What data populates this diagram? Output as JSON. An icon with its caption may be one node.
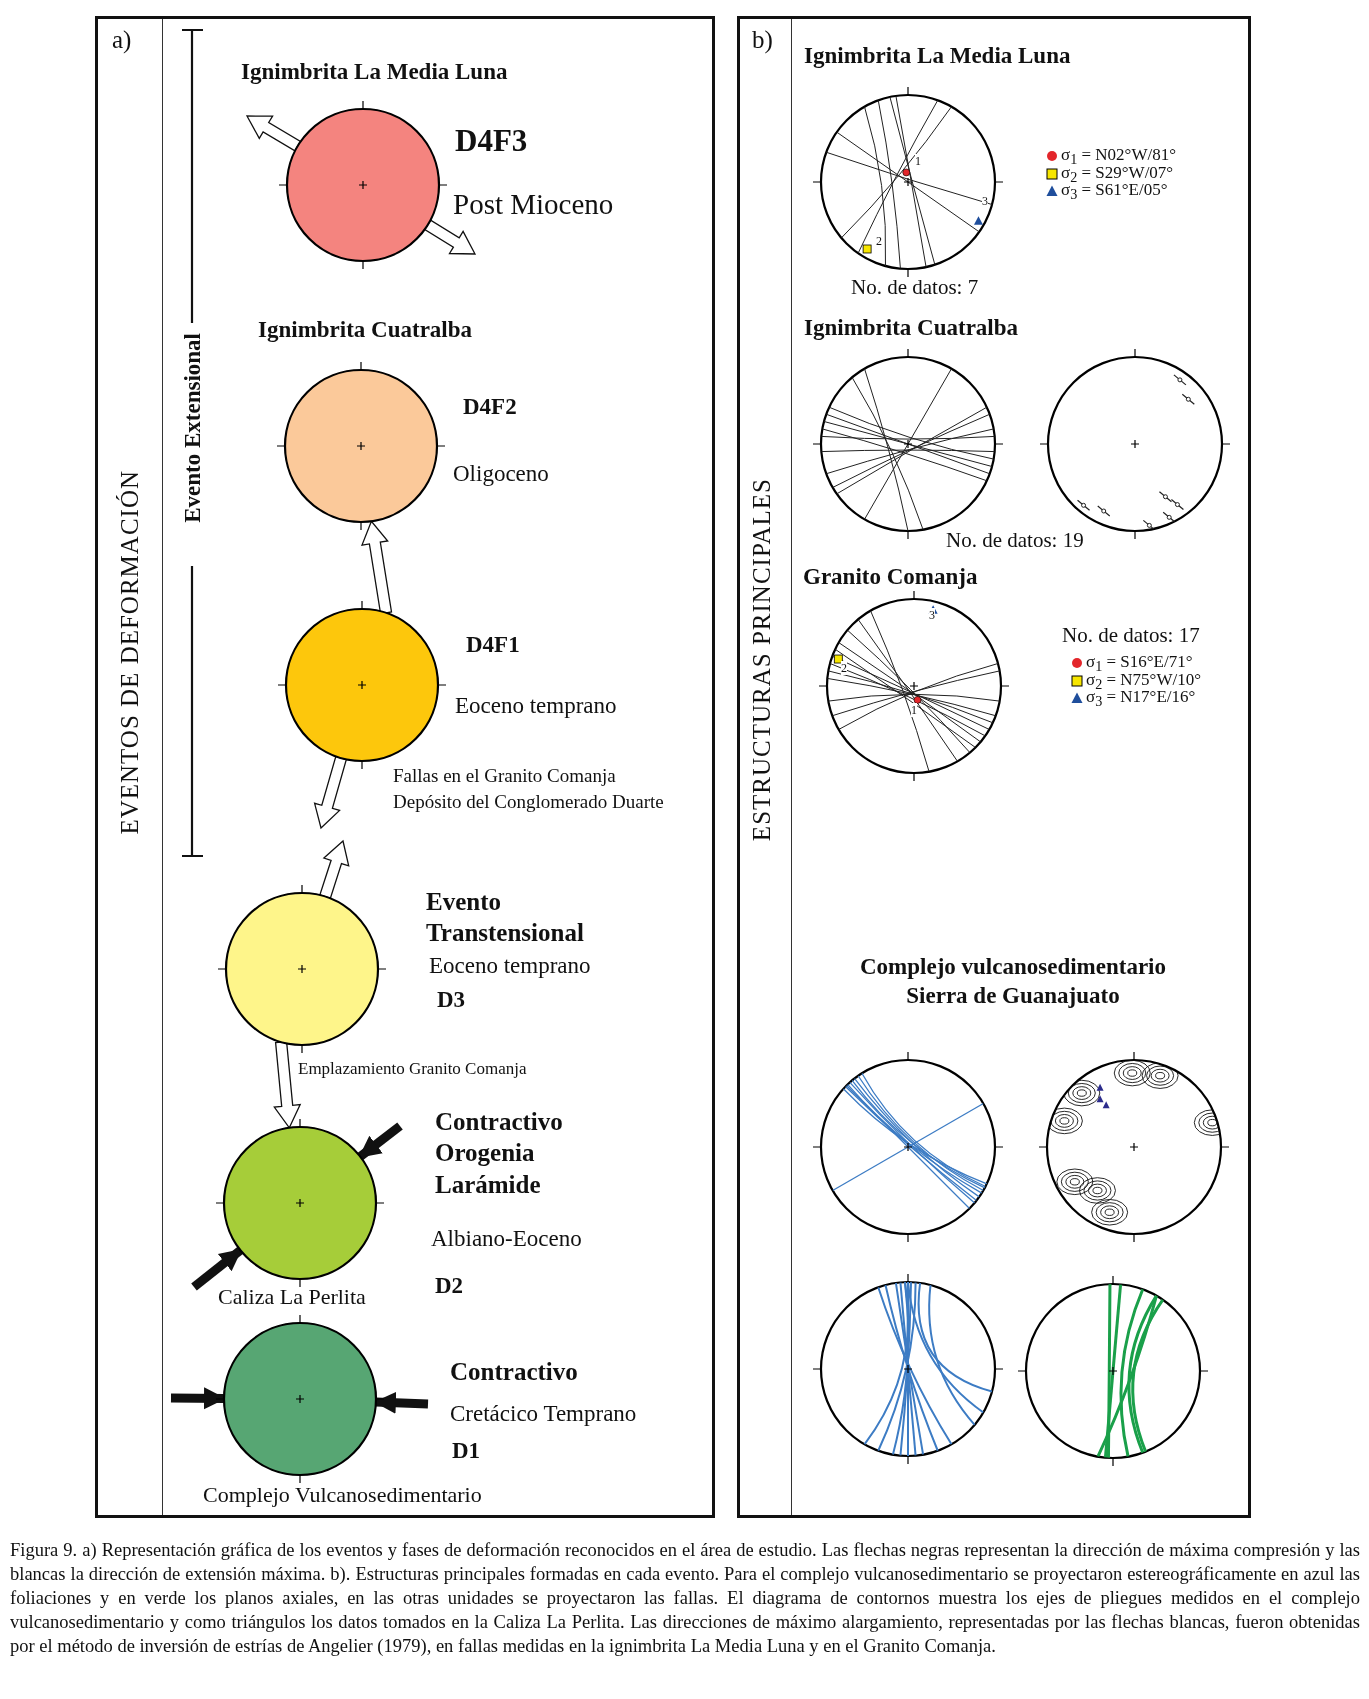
{
  "diagram": {
    "caption": "Figura 9. a) Representación gráfica de los eventos y fases de deformación reconocidos en el área de estudio. Las flechas negras representan la dirección de máxima compresión y las blancas la dirección de extensión máxima. b). Estructuras principales formadas en cada evento. Para el complejo vulcanosedimentario se proyectaron estereográficamente en azul las foliaciones y en verde los planos axiales, en las otras unidades se proyectaron las fallas. El diagrama de contornos muestra los ejes de pliegues medidos en el complejo vulcanosedimentario y como triángulos los datos tomados en la Caliza La Perlita. Las direcciones de máximo alargamiento, representadas por las flechas blancas, fueron obtenidas por el método de inversión de estrías de Angelier (1979), en fallas medidas en la ignimbrita La Media Luna y en el Granito Comanja.",
    "nodes": [
      {
        "text": [
          "a)",
          "EVENTOS DE DEFORMACIÓN"
        ]
      },
      {
        "text": [],
        "shape": "circle",
        "in": 0,
        "beside": [
          "Ignimbrita La Media Luna",
          "D4F3",
          "Post Mioceno"
        ]
      },
      {
        "text": [],
        "shape": "circle",
        "in": 0,
        "beside": [
          "Ignimbrita Cuatralba",
          "D4F2",
          "Oligoceno"
        ]
      },
      {
        "text": [],
        "shape": "circle",
        "in": 0,
        "beside": [
          "D4F1",
          "Eoceno temprano",
          "Fallas en el Granito Comanja",
          "Depósito del Conglomerado Duarte"
        ]
      },
      {
        "text": [],
        "shape": "circle",
        "in": 0,
        "beside": [
          "Evento Transtensional",
          "Eoceno temprano",
          "D3",
          "Emplazamiento Granito Comanja"
        ]
      },
      {
        "text": [],
        "shape": "circle",
        "in": 0,
        "beside": [
          "Contractivo Orogenia Larámide",
          "Albiano-Eoceno",
          "Caliza La Perlita",
          "D2"
        ]
      },
      {
        "text": [],
        "shape": "circle",
        "in": 0,
        "beside": [
          "Contractivo",
          "Cretácico Temprano",
          "D1",
          "Complejo Vulcanosedimentario"
        ]
      },
      {
        "text": [
          "b)",
          "ESTRUCTURAS PRINCIPALES"
        ]
      },
      {
        "text": [
          "1",
          "2",
          "3"
        ],
        "in": 7,
        "beside": [
          "Ignimbrita La Media Luna",
          "No. de datos: 7"
        ]
      },
      {
        "text": [],
        "shape": "circle",
        "in": 7,
        "beside": [
          "Ignimbrita Cuatralba"
        ]
      },
      {
        "text": [],
        "shape": "circle",
        "in": 7,
        "beside": [
          "No. de datos: 19"
        ]
      },
      {
        "text": [
          "3",
          "2",
          "1"
        ],
        "in": 7,
        "beside": [
          "Granito Comanja",
          "No. de datos: 17"
        ]
      },
      {
        "text": [],
        "shape": "circle",
        "in": 7,
        "beside": [
          "Complejo vulcanosedimentario Sierra de Guanajuato"
        ]
      },
      {
        "text": [],
        "shape": "circle",
        "in": 7
      },
      {
        "text": [],
        "shape": "circle",
        "in": 7
      },
      {
        "text": [],
        "shape": "circle",
        "in": 7
      }
    ],
    "edges": [
      {
        "from": 1,
        "to": null,
        "arrow": "to"
      },
      {
        "from": 1,
        "to": null,
        "arrow": "to"
      },
      {
        "from": 3,
        "to": 2,
        "arrow": "to"
      },
      {
        "from": 3,
        "to": null,
        "arrow": "to"
      },
      {
        "from": 4,
        "to": null,
        "arrow": "to"
      },
      {
        "from": 4,
        "to": 5,
        "arrow": "to"
      },
      {
        "from": null,
        "to": 5,
        "arrow": "to",
        "color": "#111111"
      },
      {
        "from": null,
        "to": 5,
        "arrow": "to",
        "color": "#111111"
      },
      {
        "from": null,
        "to": 6,
        "arrow": "to",
        "color": "#111111"
      },
      {
        "from": null,
        "to": 6,
        "arrow": "to",
        "color": "#111111"
      }
    ],
    "labels": [
      "Evento Extensional"
    ],
    "legend": [
      {
        "text": "σ$_{1}$ = N02°W/81°"
      },
      {
        "text": "σ$_{2}$ = S29°W/07°"
      },
      {
        "text": "σ$_{3}$ = S61°E/05°"
      },
      {
        "text": "σ$_{1}$ = S16°E/71°"
      },
      {
        "text": "σ$_{2}$ = N75°W/10°"
      },
      {
        "text": "σ$_{3}$ = N17°E/16°"
      }
    ]
  }
}
